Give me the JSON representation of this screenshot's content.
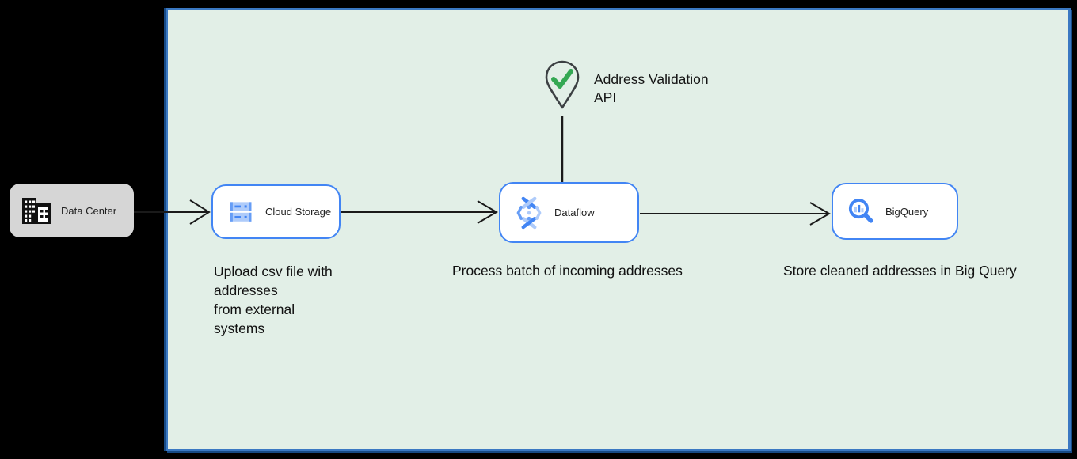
{
  "canvas": {
    "background_color": "#e2efe7",
    "border_color": "#3a78c2",
    "page_background": "#000000"
  },
  "colors": {
    "google_blue": "#4285f4",
    "light_blue": "#aecbfa",
    "medium_blue": "#669df6",
    "green_check": "#34a853",
    "node_background": "#ffffff",
    "datacenter_background": "#d6d6d6",
    "wire_color": "#1a1a1a"
  },
  "nodes": [
    {
      "id": "data-center",
      "label": "Data Center",
      "icon": "building-icon"
    },
    {
      "id": "cloud-storage",
      "label": "Cloud Storage",
      "icon": "cloud-storage-icon"
    },
    {
      "id": "dataflow",
      "label": "Dataflow",
      "icon": "dataflow-icon"
    },
    {
      "id": "bigquery",
      "label": "BigQuery",
      "icon": "bigquery-icon"
    }
  ],
  "api_callout": {
    "icon": "map-pin-check-icon",
    "line1": "Address Validation",
    "line2": "API"
  },
  "annotations": {
    "upload": {
      "lines": [
        "Upload csv file with",
        "addresses",
        "from external",
        "systems"
      ]
    },
    "process": "Process batch of incoming addresses",
    "store": "Store cleaned addresses in Big Query"
  }
}
